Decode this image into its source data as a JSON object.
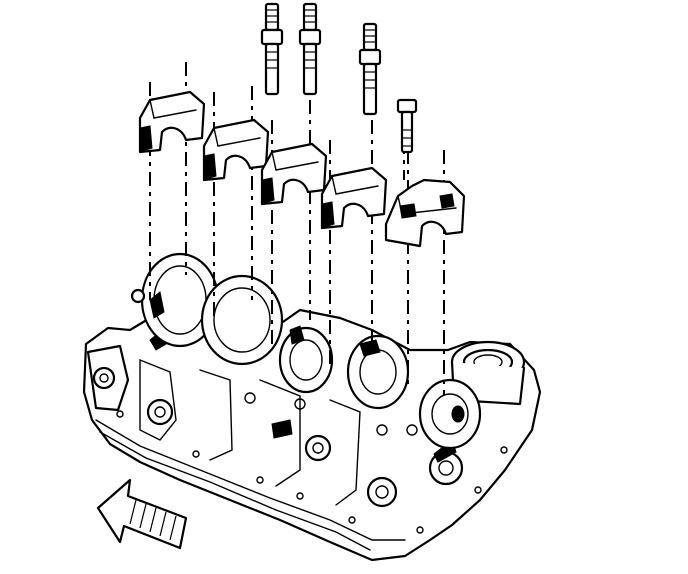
{
  "figure": {
    "kind": "exploded-assembly-line-drawing",
    "subject_icons": [
      "engine-block-icon",
      "crankshaft-icon",
      "main-bearing-cap-icon",
      "bolt-icon",
      "stud-icon",
      "direction-arrow-icon"
    ],
    "line_color": "#000000",
    "background_color": "#ffffff"
  },
  "parts": {
    "bearing_caps": 5,
    "studs": 3,
    "bolts": 1
  }
}
